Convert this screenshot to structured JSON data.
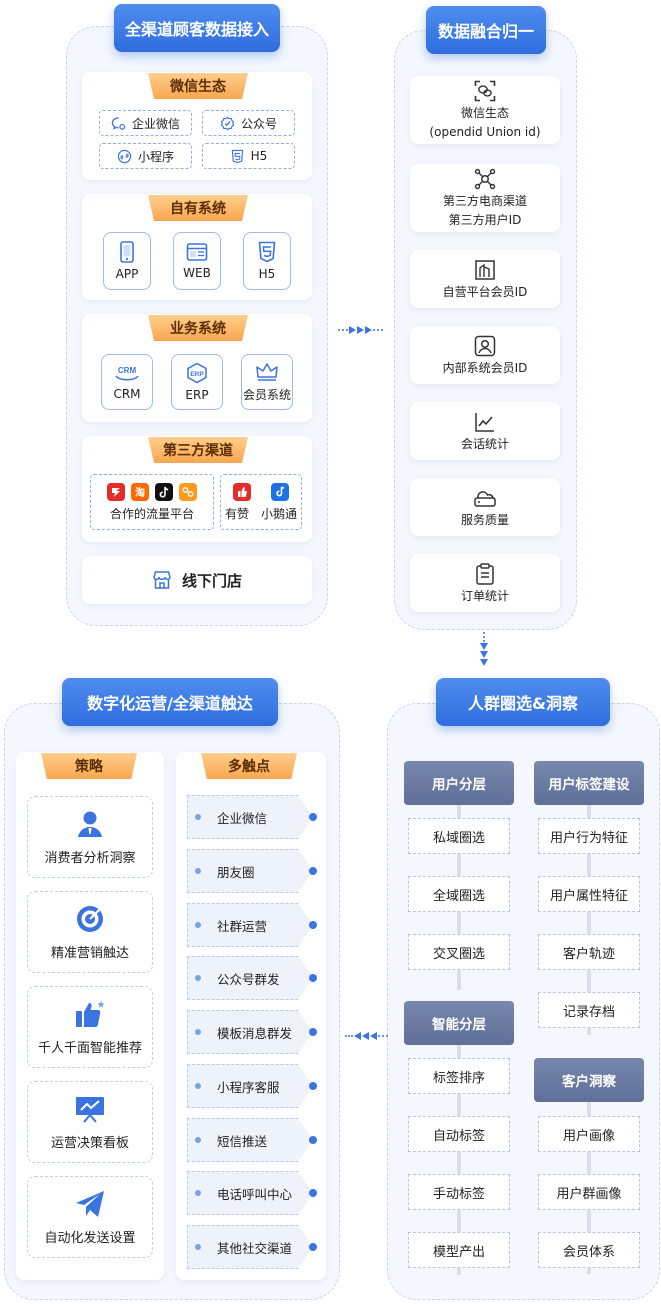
{
  "access": {
    "title": "全渠道顾客数据接入",
    "wechat": {
      "title": "微信生态",
      "items": [
        "企业微信",
        "公众号",
        "小程序",
        "H5"
      ]
    },
    "own": {
      "title": "自有系统",
      "items": [
        "APP",
        "WEB",
        "H5"
      ]
    },
    "business": {
      "title": "业务系统",
      "items": [
        "CRM",
        "ERP",
        "会员系统"
      ],
      "crm_glyph": "CRM",
      "erp_glyph": "ERP"
    },
    "third": {
      "title": "第三方渠道",
      "group1": "合作的流量平台",
      "group2a": "有赞",
      "group2b": "小鹅通",
      "taobao_glyph": "淘"
    },
    "offline": "线下门店"
  },
  "fusion": {
    "title": "数据融合归一",
    "items": [
      {
        "line1": "微信生态",
        "line2": "(opendid Union id)"
      },
      {
        "line1": "第三方电商渠道",
        "line2": "第三方用户ID"
      },
      {
        "line1": "自营平台会员ID",
        "line2": ""
      },
      {
        "line1": "内部系统会员ID",
        "line2": ""
      },
      {
        "line1": "会话统计",
        "line2": ""
      },
      {
        "line1": "服务质量",
        "line2": ""
      },
      {
        "line1": "订单统计",
        "line2": ""
      }
    ]
  },
  "crowd": {
    "title": "人群圈选&洞察",
    "layering": {
      "title": "用户分层",
      "items": [
        "私域圈选",
        "全域圈选",
        "交叉圈选"
      ]
    },
    "smart": {
      "title": "智能分层",
      "items": [
        "标签排序",
        "自动标签",
        "手动标签",
        "模型产出"
      ]
    },
    "tags": {
      "title": "用户标签建设",
      "items": [
        "用户行为特征",
        "用户属性特征",
        "客户轨迹",
        "记录存档"
      ]
    },
    "insight": {
      "title": "客户洞察",
      "items": [
        "用户画像",
        "用户群画像",
        "会员体系"
      ]
    }
  },
  "ops": {
    "title": "数字化运营/全渠道触达",
    "strategy": {
      "title": "策略",
      "items": [
        "消费者分析洞察",
        "精准营销触达",
        "千人千面智能推荐",
        "运营决策看板",
        "自动化发送设置"
      ]
    },
    "touch": {
      "title": "多触点",
      "items": [
        "企业微信",
        "朋友圈",
        "社群运营",
        "公众号群发",
        "模板消息群发",
        "小程序客服",
        "短信推送",
        "电话呼叫中心",
        "其他社交渠道"
      ]
    }
  },
  "colors": {
    "primary": "#2f6de0",
    "accent_orange": "#f8a64f",
    "head_slate": "#6a79a0",
    "red": "#e62b2b"
  }
}
